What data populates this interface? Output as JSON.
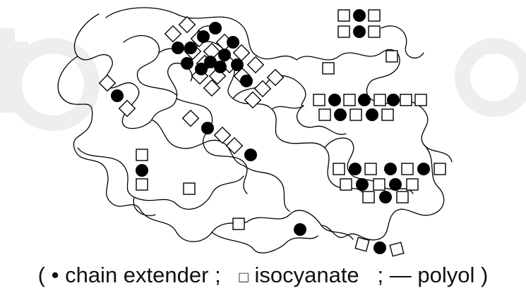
{
  "legend": {
    "open_paren": "(",
    "dot_symbol": "•",
    "dot_label": "chain extender",
    "sep1": ";",
    "square_symbol": "□",
    "square_label": "isocyanate",
    "sep2": ";",
    "line_symbol": "—",
    "line_label": "polyol",
    "close_paren": ")"
  },
  "colors": {
    "line": "#000000",
    "dot_fill": "#000000",
    "square_fill": "#ffffff",
    "watermark": "#eeeeee"
  },
  "markers": {
    "dot": "chain-extender-dot",
    "square": "isocyanate-square"
  }
}
